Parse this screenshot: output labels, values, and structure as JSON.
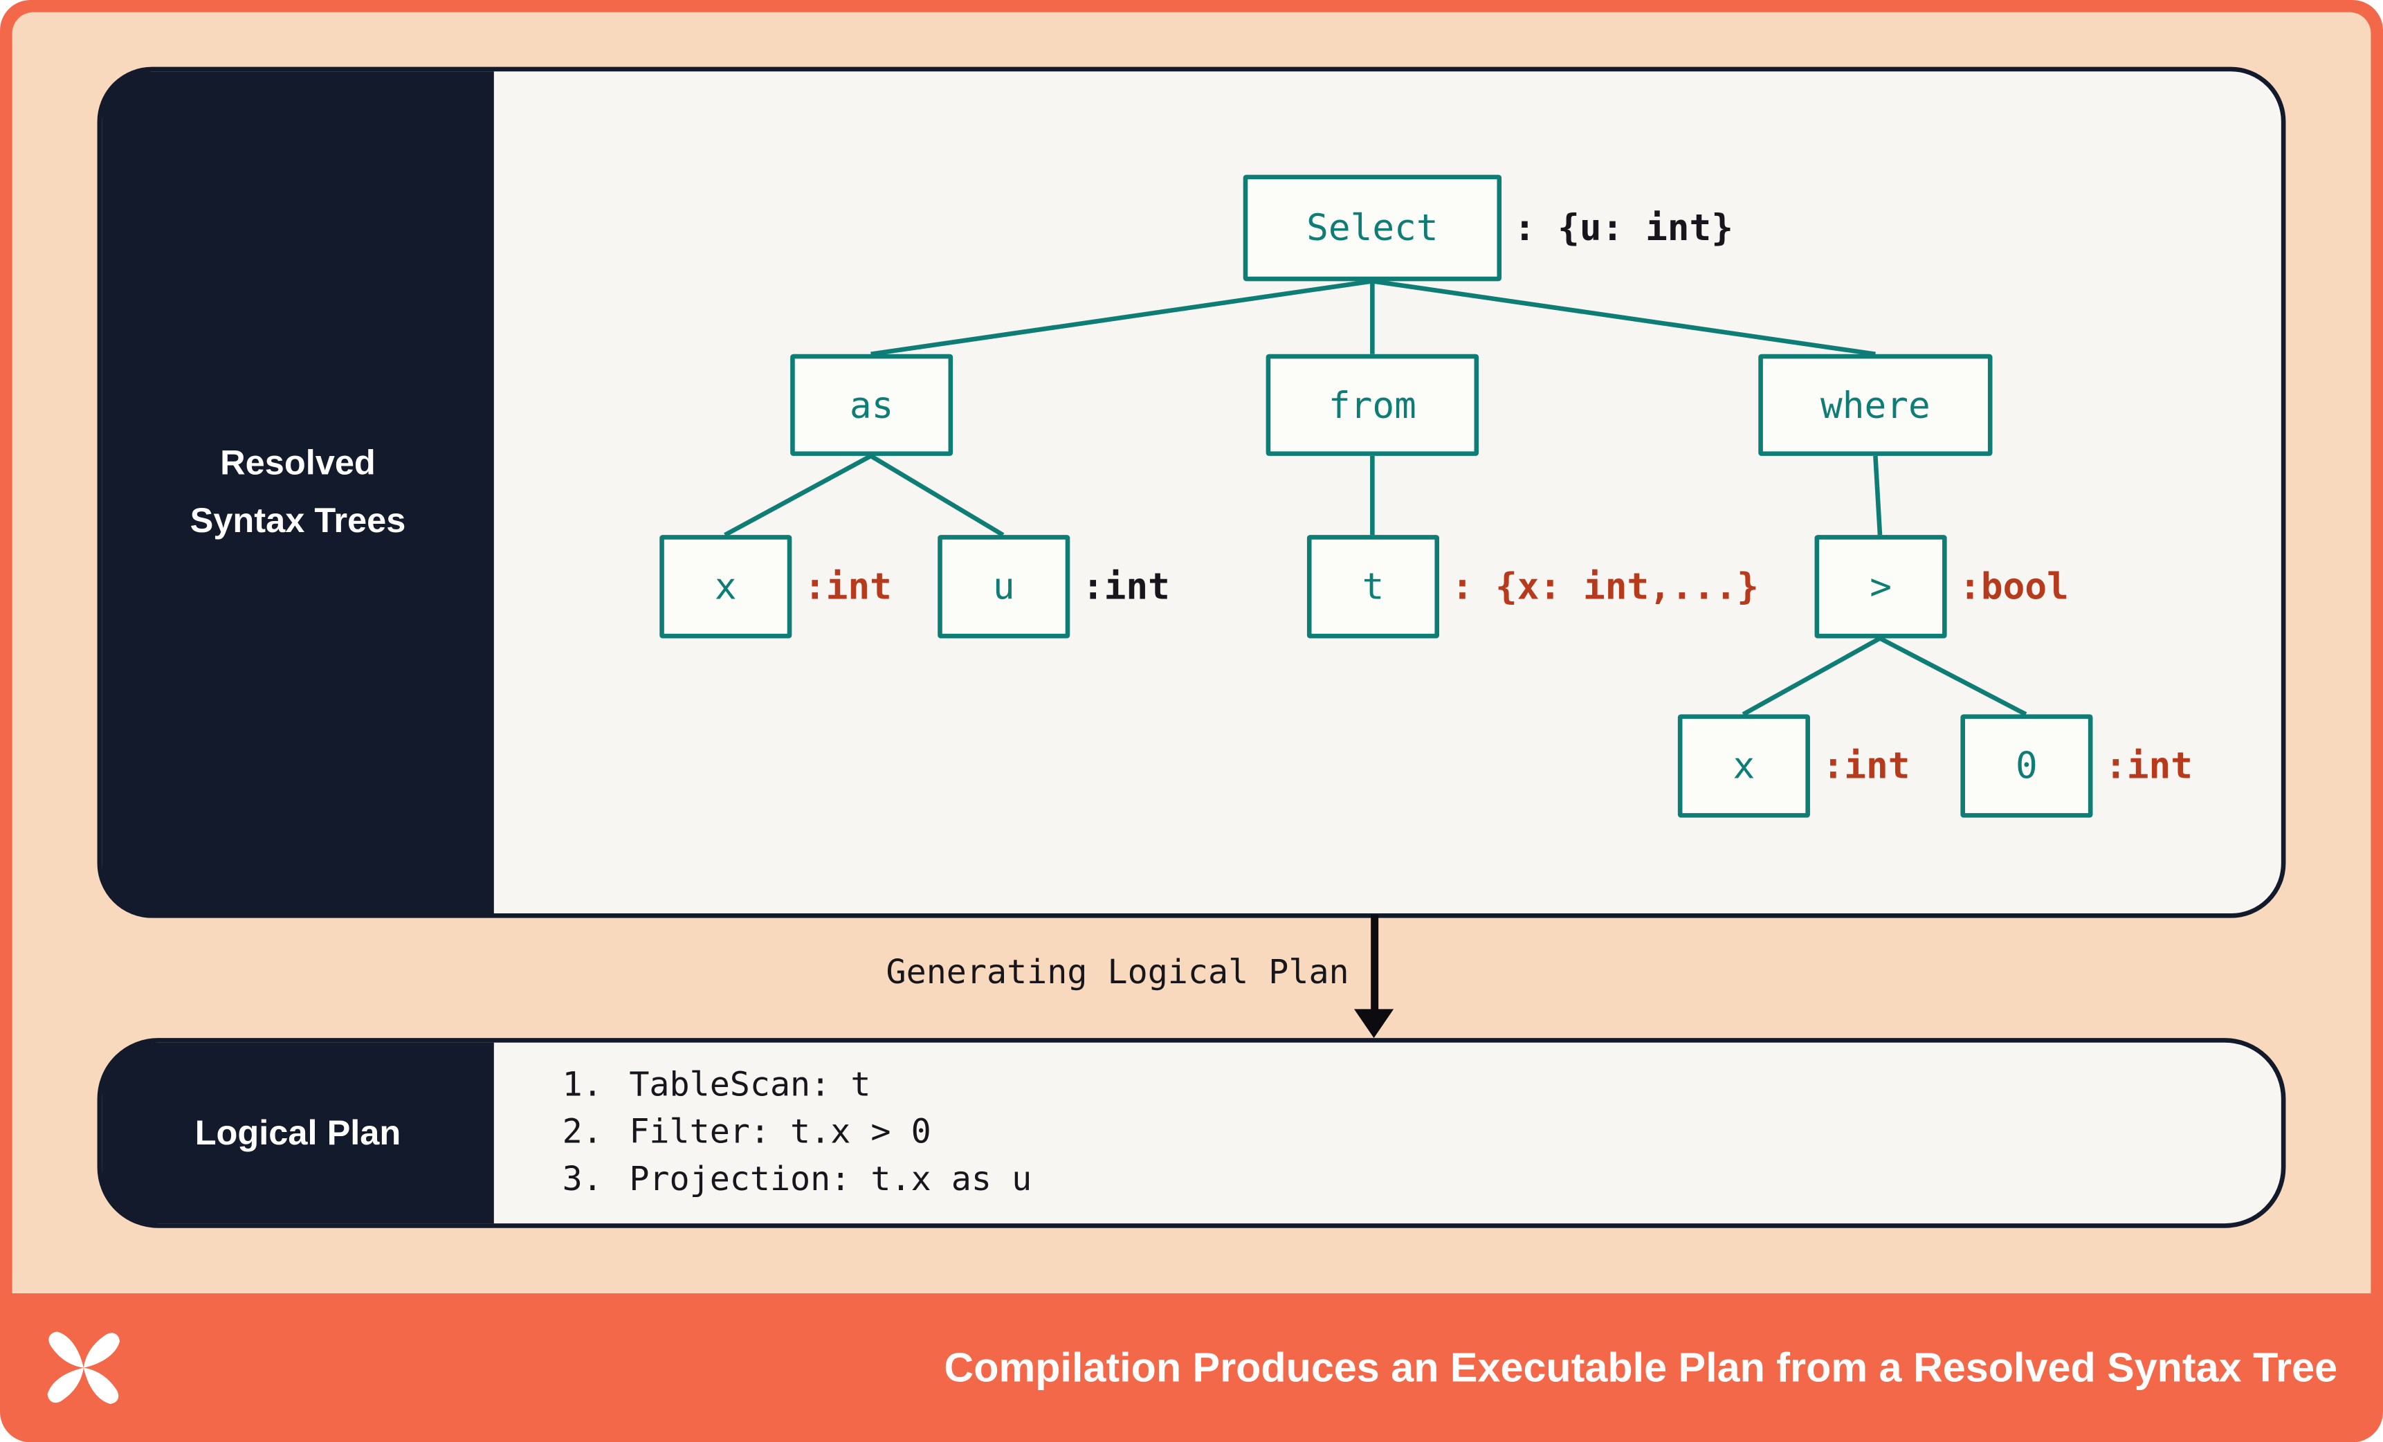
{
  "colors": {
    "background": "#f8d9bd",
    "frame": "#f4684a",
    "panel_dark": "#131a2b",
    "panel_light": "#f7f6f2",
    "node_teal": "#0e7d76",
    "annotation_red": "#b83a1c",
    "annotation_dark": "#16161c",
    "footer": "#f4684a"
  },
  "resolved_panel": {
    "label_lines": [
      "Resolved",
      "Syntax Trees"
    ],
    "nodes": {
      "select": {
        "label": "Select",
        "annotation": ": {u: int}"
      },
      "as": {
        "label": "as"
      },
      "from": {
        "label": "from"
      },
      "where": {
        "label": "where"
      },
      "x1": {
        "label": "x",
        "annotation": ":int"
      },
      "u": {
        "label": "u",
        "annotation": ":int"
      },
      "t": {
        "label": "t",
        "annotation": ": {x: int,...}"
      },
      "gt": {
        "label": ">",
        "annotation": ":bool"
      },
      "x2": {
        "label": "x",
        "annotation": ":int"
      },
      "zero": {
        "label": "0",
        "annotation": ":int"
      }
    }
  },
  "transition": {
    "label": "Generating Logical Plan"
  },
  "logical_plan": {
    "label": "Logical Plan",
    "steps": [
      {
        "num": "1.",
        "text": "TableScan: t"
      },
      {
        "num": "2.",
        "text": "Filter: t.x > 0"
      },
      {
        "num": "3.",
        "text": "Projection: t.x as u"
      }
    ]
  },
  "footer": {
    "title": "Compilation Produces an Executable Plan from a Resolved Syntax Tree"
  }
}
